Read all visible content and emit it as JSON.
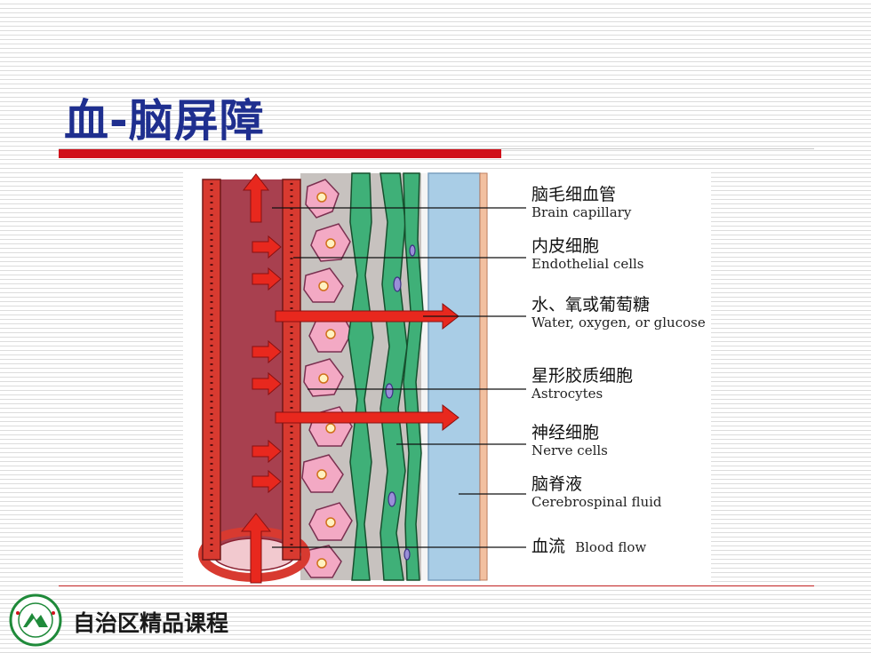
{
  "slide": {
    "title": "血-脑屏障",
    "footer": "自治区精品课程"
  },
  "labels": [
    {
      "zh": "脑毛细血管",
      "en": "Brain capillary"
    },
    {
      "zh": "内皮细胞",
      "en": "Endothelial cells"
    },
    {
      "zh": "水、氧或葡萄糖",
      "en": "Water, oxygen, or glucose"
    },
    {
      "zh": "星形胶质细胞",
      "en": "Astrocytes"
    },
    {
      "zh": "神经细胞",
      "en": "Nerve cells"
    },
    {
      "zh": "脑脊液",
      "en": "Cerebrospinal fluid"
    },
    {
      "zh": "血流",
      "en": "Blood flow"
    }
  ],
  "colors": {
    "title": "#1f2f8f",
    "accent_red": "#d0101a",
    "blood": "#a8404f",
    "vessel_wall": "#d83a30",
    "astrocyte": "#f3a9c4",
    "neuron": "#3fb078",
    "csf": "#a9cde6"
  }
}
